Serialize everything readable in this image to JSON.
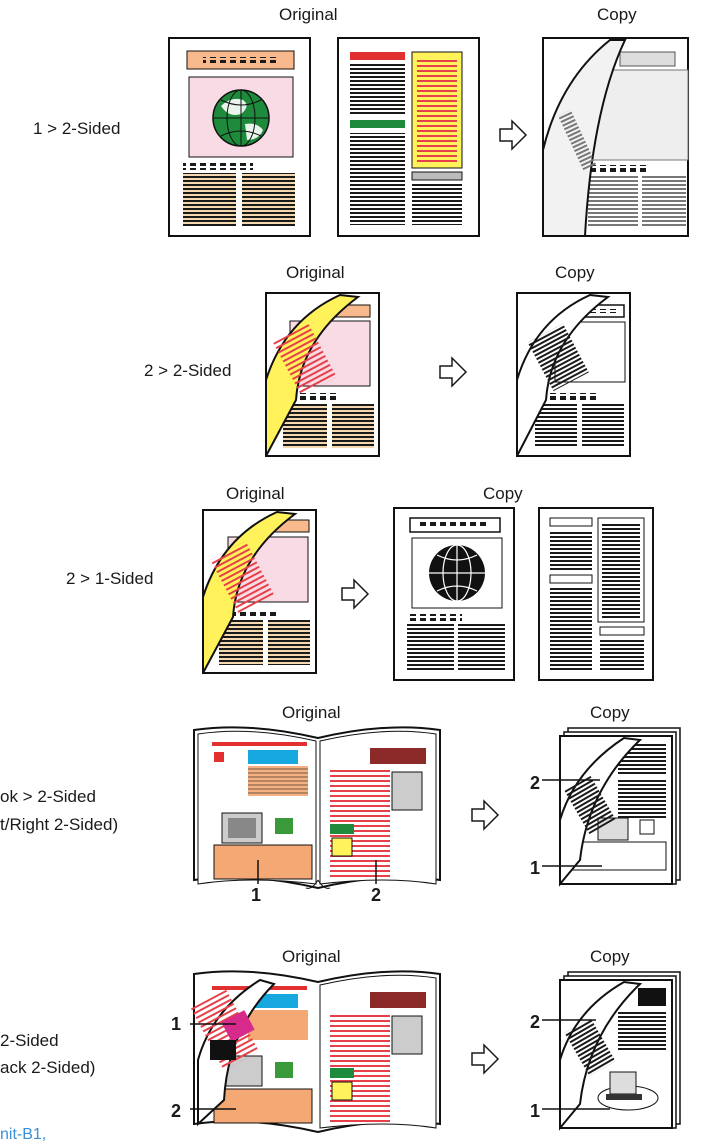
{
  "sections": [
    {
      "id": "1-2",
      "mode_label": "1 > 2-Sided",
      "original_label": "Original",
      "copy_label": "Copy"
    },
    {
      "id": "2-2",
      "mode_label": "2 > 2-Sided",
      "original_label": "Original",
      "copy_label": "Copy"
    },
    {
      "id": "2-1",
      "mode_label": "2 > 1-Sided",
      "original_label": "Original",
      "copy_label": "Copy"
    },
    {
      "id": "book-lr",
      "mode_label_line1": "ok > 2-Sided",
      "mode_label_line2": "t/Right 2-Sided)",
      "original_label": "Original",
      "copy_label": "Copy",
      "page_numbers": [
        "1",
        "2"
      ],
      "copy_numbers": [
        "2",
        "1"
      ]
    },
    {
      "id": "book-fb",
      "mode_label_line1": "2-Sided",
      "mode_label_line2": "ack 2-Sided)",
      "original_label": "Original",
      "copy_label": "Copy",
      "page_numbers": [
        "1",
        "2"
      ],
      "copy_numbers": [
        "2",
        "1"
      ]
    }
  ],
  "footer_link": "nit-B1,",
  "colors": {
    "text": "#1a1a1a",
    "link": "#3a8fd6",
    "banner": "#e23030",
    "title_box": "#f8b98c",
    "pink": "#f9dbe6",
    "yellow": "#fff25a",
    "tan": "#f5d7b0",
    "cyan": "#18a8e0",
    "desk": "#f4a873",
    "globe_green": "#1e8a3c",
    "red_lines": "#e8404a"
  }
}
